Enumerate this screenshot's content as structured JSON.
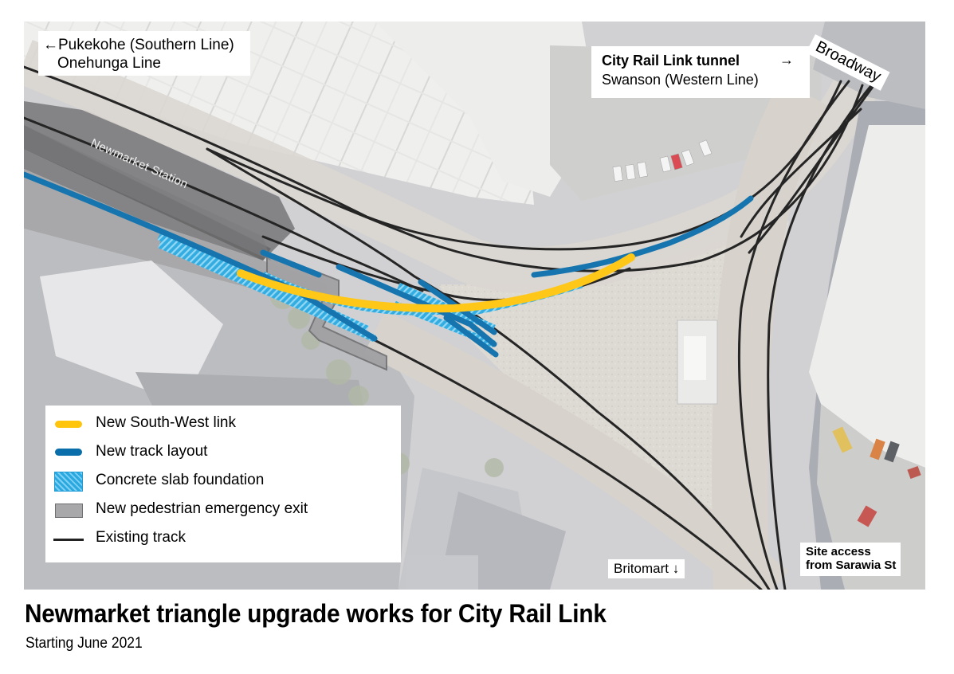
{
  "map": {
    "labels": {
      "southwest_destination": {
        "arrow": "←",
        "line1": "Pukekohe (Southern Line)",
        "line2": "Onehunga Line"
      },
      "northeast_destination": {
        "line1": "City Rail Link tunnel",
        "arrow": "→",
        "line2": "Swanson (Western Line)"
      },
      "road_label": "Broadway",
      "station_label": "Newmarket Station",
      "south_destination": {
        "text": "Britomart",
        "arrow": "↓"
      },
      "site_access": {
        "line1": "Site access",
        "line2": "from Sarawia St"
      }
    },
    "colors": {
      "south_west_link": "#ffc40c",
      "new_track_layout": "#0a6eaa",
      "concrete_slab": "#29a9e0",
      "pedestrian_exit": "#a8a8ab",
      "existing_track": "#1a1a1a"
    }
  },
  "legend": {
    "items": [
      {
        "key": "south-west-link",
        "label": "New South-West link"
      },
      {
        "key": "new-track-layout",
        "label": "New track layout"
      },
      {
        "key": "concrete-slab",
        "label": "Concrete slab foundation"
      },
      {
        "key": "pedestrian-exit",
        "label": "New pedestrian emergency exit"
      },
      {
        "key": "existing-track",
        "label": "Existing track"
      }
    ]
  },
  "caption": {
    "title": "Newmarket triangle upgrade works for City Rail Link",
    "subtitle": "Starting June 2021"
  }
}
